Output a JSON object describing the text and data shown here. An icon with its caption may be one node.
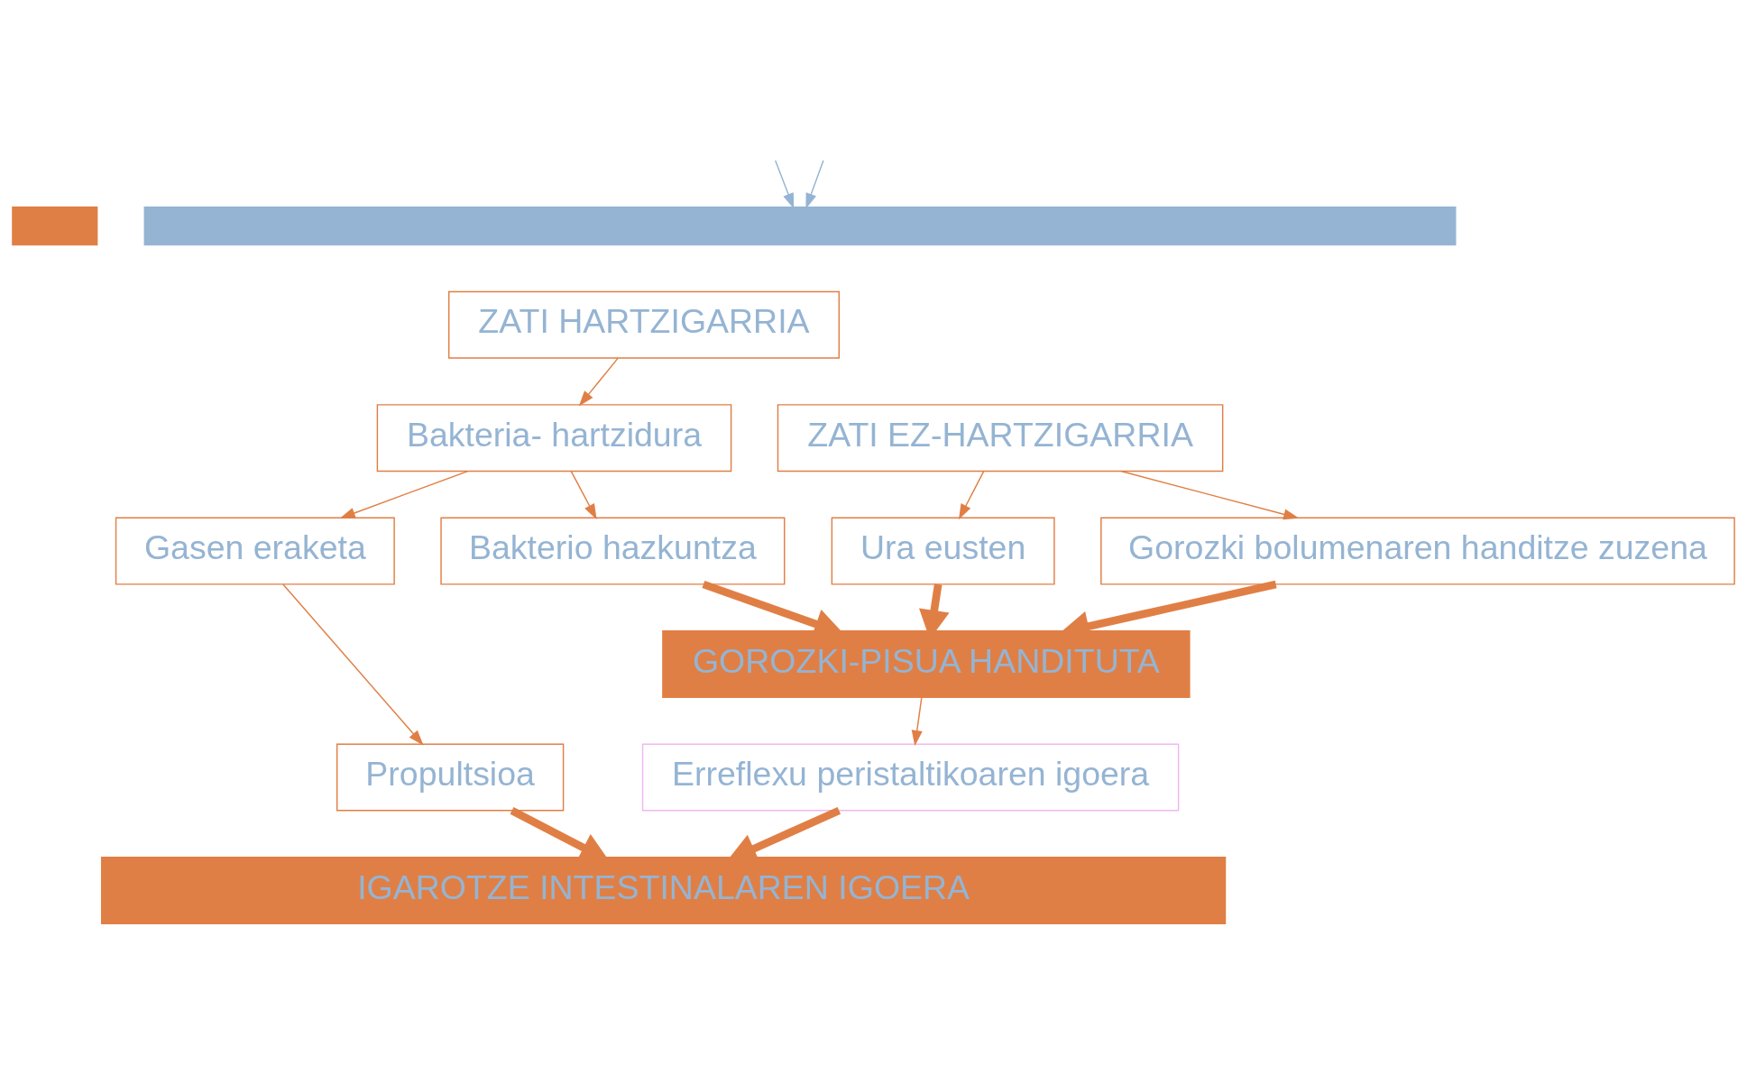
{
  "diagram": {
    "nodes": [
      {
        "text": [],
        "shape": "box"
      },
      {
        "text": [],
        "shape": "bar"
      },
      {
        "text": [
          "ZATI HARTZIGARRIA"
        ]
      },
      {
        "text": [
          "ZATI EZ-HARTZIGARRIA"
        ]
      },
      {
        "text": [
          "Bakteria- hartzidura"
        ]
      },
      {
        "text": [
          "Ura eusten"
        ]
      },
      {
        "text": [
          "Gorozki bolumenaren handitze zuzena"
        ]
      },
      {
        "text": [
          "Gasen eraketa"
        ]
      },
      {
        "text": [
          "Bakterio hazkuntza"
        ]
      },
      {
        "text": [
          "GOROZKI-PISUA HANDITUTA"
        ]
      },
      {
        "text": [
          "Propultsioa"
        ]
      },
      {
        "text": [
          "Erreflexu peristaltikoaren igoera"
        ]
      },
      {
        "text": [
          "IGAROTZE INTESTINALAREN IGOERA"
        ]
      }
    ],
    "edges": [
      {
        "from": null,
        "to": 1,
        "arrow": "to",
        "color": "#95b4d3"
      },
      {
        "from": null,
        "to": 1,
        "arrow": "to",
        "color": "#95b4d3"
      },
      {
        "from": 2,
        "to": 4,
        "arrow": "to"
      },
      {
        "from": 3,
        "to": 5,
        "arrow": "to"
      },
      {
        "from": 3,
        "to": 6,
        "arrow": "to"
      },
      {
        "from": 4,
        "to": 7,
        "arrow": "to"
      },
      {
        "from": 4,
        "to": 8,
        "arrow": "to"
      },
      {
        "from": 5,
        "to": 9,
        "arrow": "to",
        "style": "thick"
      },
      {
        "from": 6,
        "to": 9,
        "arrow": "to",
        "style": "thick"
      },
      {
        "from": 8,
        "to": 9,
        "arrow": "to",
        "style": "thick"
      },
      {
        "from": 7,
        "to": 10,
        "arrow": "to"
      },
      {
        "from": 9,
        "to": 11,
        "arrow": "to"
      },
      {
        "from": 10,
        "to": 12,
        "arrow": "to",
        "style": "thick"
      },
      {
        "from": 11,
        "to": 12,
        "arrow": "to",
        "style": "thick"
      }
    ]
  }
}
